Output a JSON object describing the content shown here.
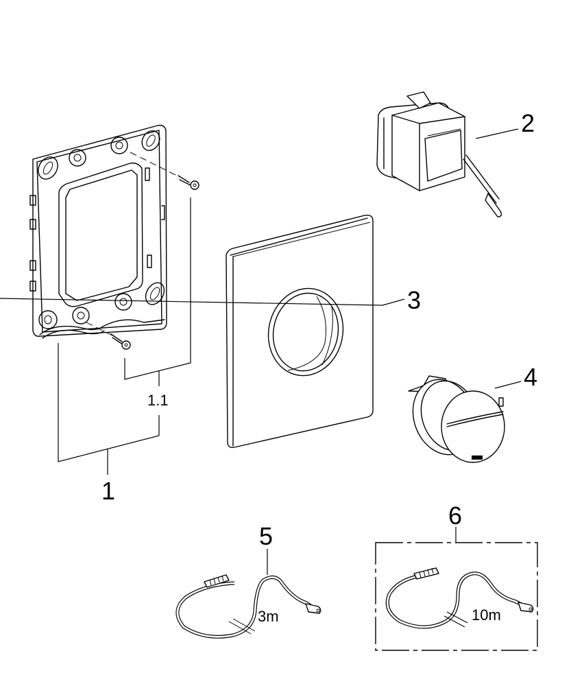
{
  "diagram": {
    "type": "exploded-parts-view",
    "parts": [
      {
        "id": "1",
        "label": "1",
        "name": "mounting-frame"
      },
      {
        "id": "1.1",
        "label": "1.1",
        "name": "fixing-screws"
      },
      {
        "id": "2",
        "label": "2",
        "name": "electronic-module-box"
      },
      {
        "id": "3",
        "label": "3",
        "name": "cover-plate"
      },
      {
        "id": "4",
        "label": "4",
        "name": "push-button-actuator"
      },
      {
        "id": "5",
        "label": "5",
        "name": "cable-3m",
        "length": "3m"
      },
      {
        "id": "6",
        "label": "6",
        "name": "cable-10m-optional",
        "length": "10m"
      }
    ]
  }
}
